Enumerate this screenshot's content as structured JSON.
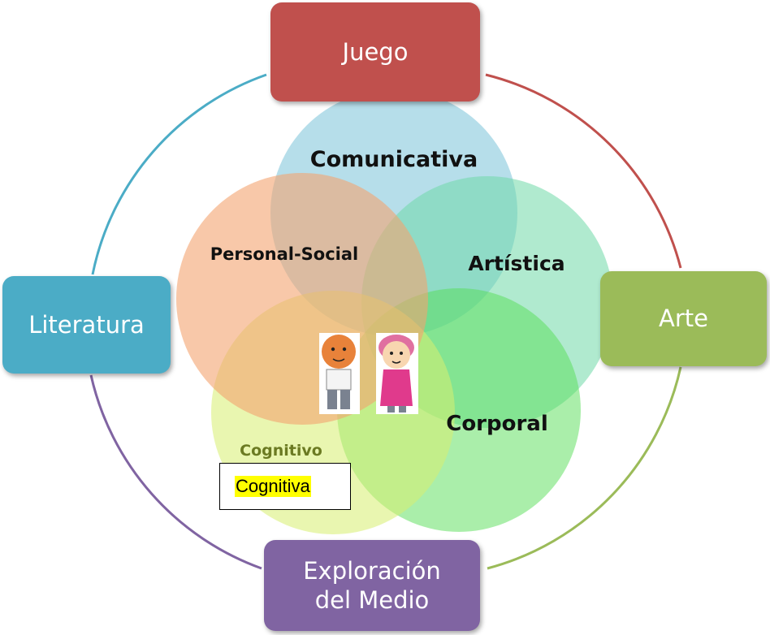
{
  "outer_boxes": {
    "juego": {
      "label": "Juego",
      "color": "#c0504d"
    },
    "arte": {
      "label": "Arte",
      "color": "#9bbb59"
    },
    "exploracion": {
      "label_line1": "Exploración",
      "label_line2": "del Medio",
      "color": "#8064a2"
    },
    "literatura": {
      "label": "Literatura",
      "color": "#4bacc6"
    }
  },
  "circles": {
    "comunicativa": {
      "label": "Comunicativa",
      "color": "#9dd3e3"
    },
    "artistica": {
      "label": "Artística",
      "color": "#7fdcb4"
    },
    "corporal": {
      "label": "Corporal",
      "color": "#7ee07e"
    },
    "cognitivo": {
      "label": "Cognitivo",
      "color": "#dff08a"
    },
    "personal_social": {
      "label": "Personal-Social",
      "color": "#f6b48a"
    }
  },
  "annotation": {
    "label": "Cognitiva",
    "highlight": "#ffff00"
  },
  "figures": [
    "boy-figure",
    "girl-figure"
  ]
}
